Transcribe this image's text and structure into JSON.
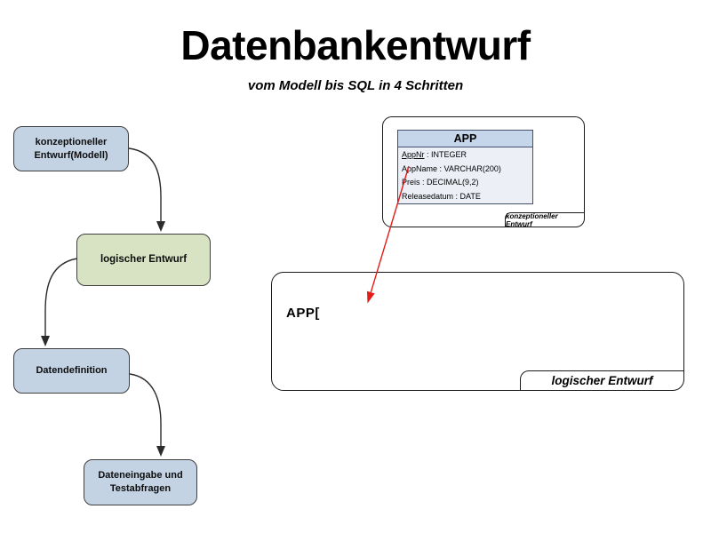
{
  "slide": {
    "title": "Datenbankentwurf",
    "subtitle": "vom Modell bis SQL in 4 Schritten"
  },
  "flowchart": {
    "steps": [
      {
        "label": "konzeptioneller Entwurf(Modell)",
        "color": "blue"
      },
      {
        "label": "logischer Entwurf",
        "color": "green"
      },
      {
        "label": "Datendefinition",
        "color": "blue"
      },
      {
        "label": "Dateneingabe und Testabfragen",
        "color": "blue"
      }
    ]
  },
  "conceptual_panel": {
    "tab_label": "konzeptioneller Entwurf",
    "entity": {
      "name": "APP",
      "attributes": [
        {
          "name": "AppNr",
          "type": "INTEGER",
          "primary_key": true
        },
        {
          "name": "AppName",
          "type": "VARCHAR(200)",
          "primary_key": false
        },
        {
          "name": "Preis",
          "type": "DECIMAL(9,2)",
          "primary_key": false
        },
        {
          "name": "Releasedatum",
          "type": "DATE",
          "primary_key": false
        }
      ]
    }
  },
  "logical_panel": {
    "tab_label": "logischer Entwurf",
    "text": "APP["
  },
  "colors": {
    "box_blue": "#c4d3e4",
    "box_green": "#d8e3c4",
    "table_header": "#c6d6ea",
    "table_body": "#eceff6",
    "arrow_red": "#e41b17"
  }
}
